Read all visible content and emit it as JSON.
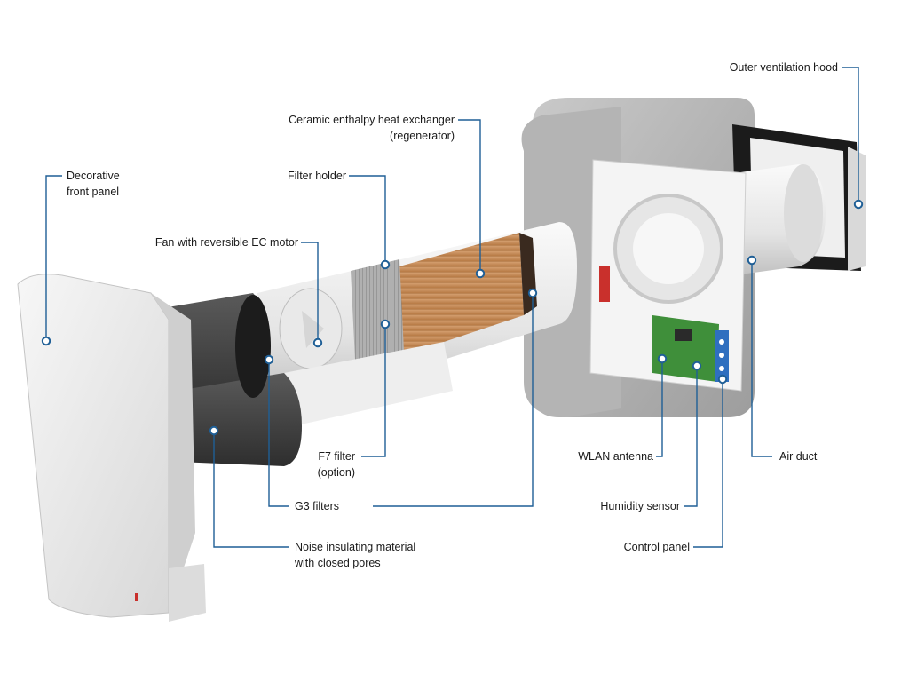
{
  "diagram": {
    "accent_color": "#1f5f96",
    "labels": {
      "decorative_front_panel": [
        "Decorative",
        "front panel"
      ],
      "fan_motor": "Fan with reversible EC motor",
      "filter_holder": "Filter holder",
      "heat_exchanger": [
        "Ceramic enthalpy heat exchanger",
        "(regenerator)"
      ],
      "outer_hood": "Outer ventilation hood",
      "f7_filter": [
        "F7 filter",
        "(option)"
      ],
      "g3_filters": "G3 filters",
      "noise_material": [
        "Noise insulating material",
        "with closed pores"
      ],
      "wlan_antenna": "WLAN antenna",
      "humidity_sensor": "Humidity sensor",
      "control_panel": "Control panel",
      "air_duct": "Air duct"
    }
  }
}
